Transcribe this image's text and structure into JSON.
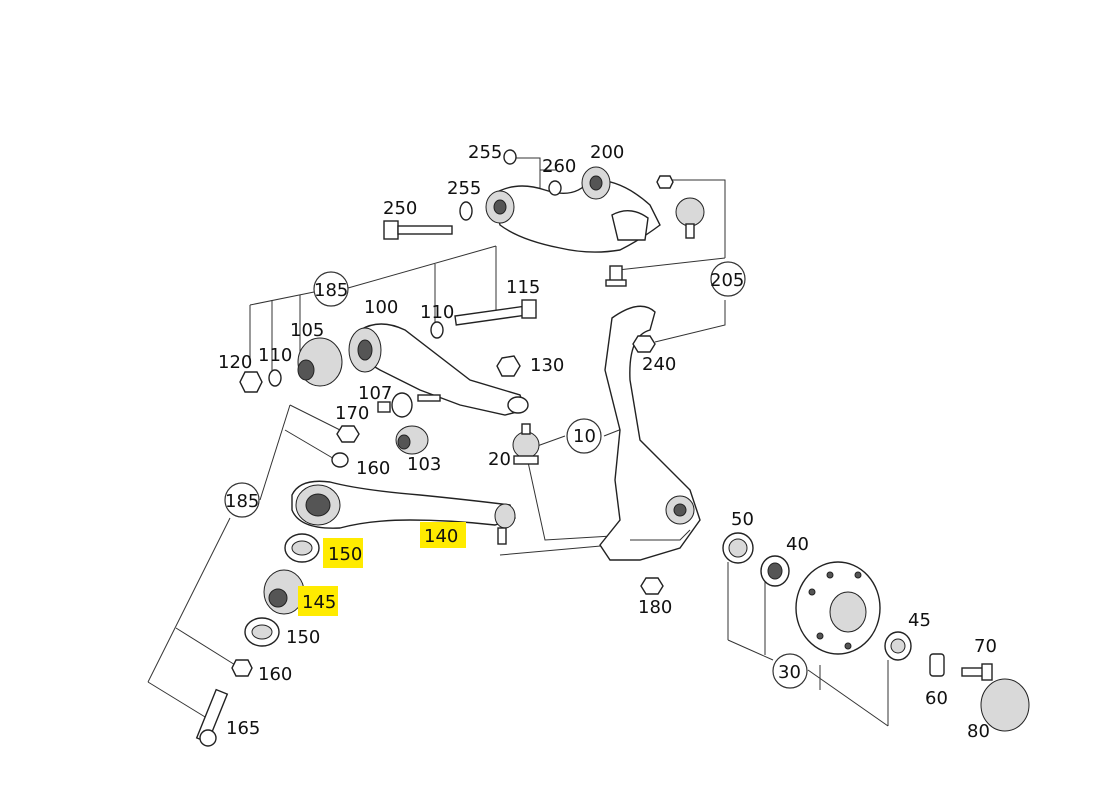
{
  "callouts": {
    "c10": "10",
    "c20": "20",
    "c30": "30",
    "c40": "40",
    "c45": "45",
    "c50": "50",
    "c60": "60",
    "c70": "70",
    "c80": "80",
    "c100": "100",
    "c103": "103",
    "c105": "105",
    "c107": "107",
    "c110a": "110",
    "c110b": "110",
    "c115": "115",
    "c120": "120",
    "c130": "130",
    "c140": "140",
    "c145": "145",
    "c150a": "150",
    "c150b": "150",
    "c160a": "160",
    "c160b": "160",
    "c165": "165",
    "c170": "170",
    "c180": "180",
    "c185a": "185",
    "c185b": "185",
    "c200": "200",
    "c205": "205",
    "c240": "240",
    "c250": "250",
    "c255a": "255",
    "c255b": "255",
    "c260": "260"
  },
  "highlight_color": "#ffeb00"
}
